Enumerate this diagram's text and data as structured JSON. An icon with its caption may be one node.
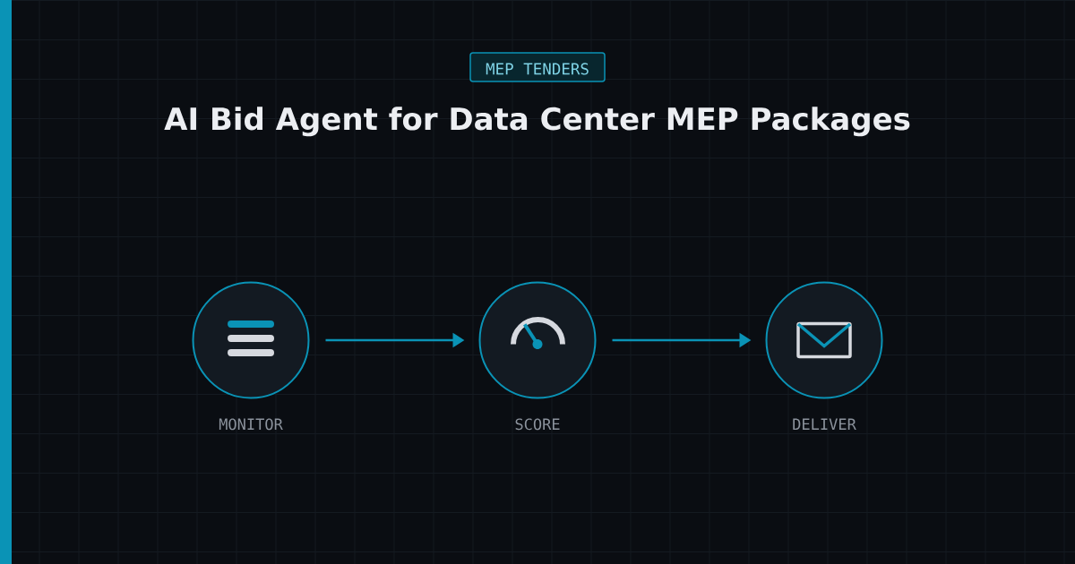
{
  "diagram": {
    "title": "AI Bid Agent for Data Center MEP Packages",
    "nodes": [
      {
        "text": [
          "MEP TENDERS"
        ]
      },
      {
        "text": [],
        "shape": "circle",
        "beside": [
          "MONITOR"
        ]
      },
      {
        "text": [],
        "shape": "circle",
        "beside": [
          "SCORE"
        ]
      },
      {
        "text": [],
        "shape": "circle",
        "beside": [
          "DELIVER"
        ]
      }
    ],
    "edges": [
      {
        "from": 1,
        "to": 2,
        "arrow": "to"
      },
      {
        "from": 2,
        "to": 3,
        "arrow": "to"
      }
    ]
  }
}
